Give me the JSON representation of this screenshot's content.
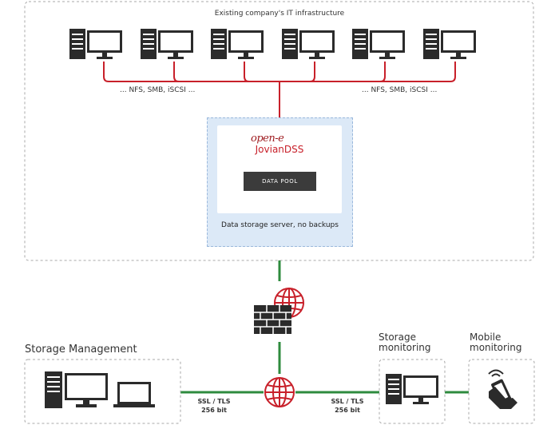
{
  "infrastructure": {
    "title": "Existing company's IT infrastructure",
    "protocols_left": "... NFS, SMB, iSCSI ...",
    "protocols_right": "... NFS, SMB, iSCSI ..."
  },
  "server": {
    "brand_top": "open-e",
    "brand_bottom": "JovianDSS",
    "pool_label": "DATA POOL",
    "description": "Data storage server, no backups"
  },
  "management": {
    "title": "Storage Management"
  },
  "storage_monitoring": {
    "title": "Storage monitoring"
  },
  "mobile_monitoring": {
    "title": "Mobile monitoring"
  },
  "links": {
    "ssl_left": "SSL / TLS 256 bit",
    "ssl_right": "SSL / TLS 256 bit"
  },
  "colors": {
    "network_red": "#c8202a",
    "secure_green": "#2e8b3e",
    "server_bg": "#dce9f7",
    "device_dark": "#2b2b2b",
    "frame_gray": "#a8a8a8"
  },
  "icons": {
    "workstation": "desktop-tower-monitor-icon",
    "firewall": "firewall-globe-icon",
    "internet": "globe-icon",
    "laptop": "laptop-icon",
    "mobile": "smartphone-hand-icon"
  }
}
